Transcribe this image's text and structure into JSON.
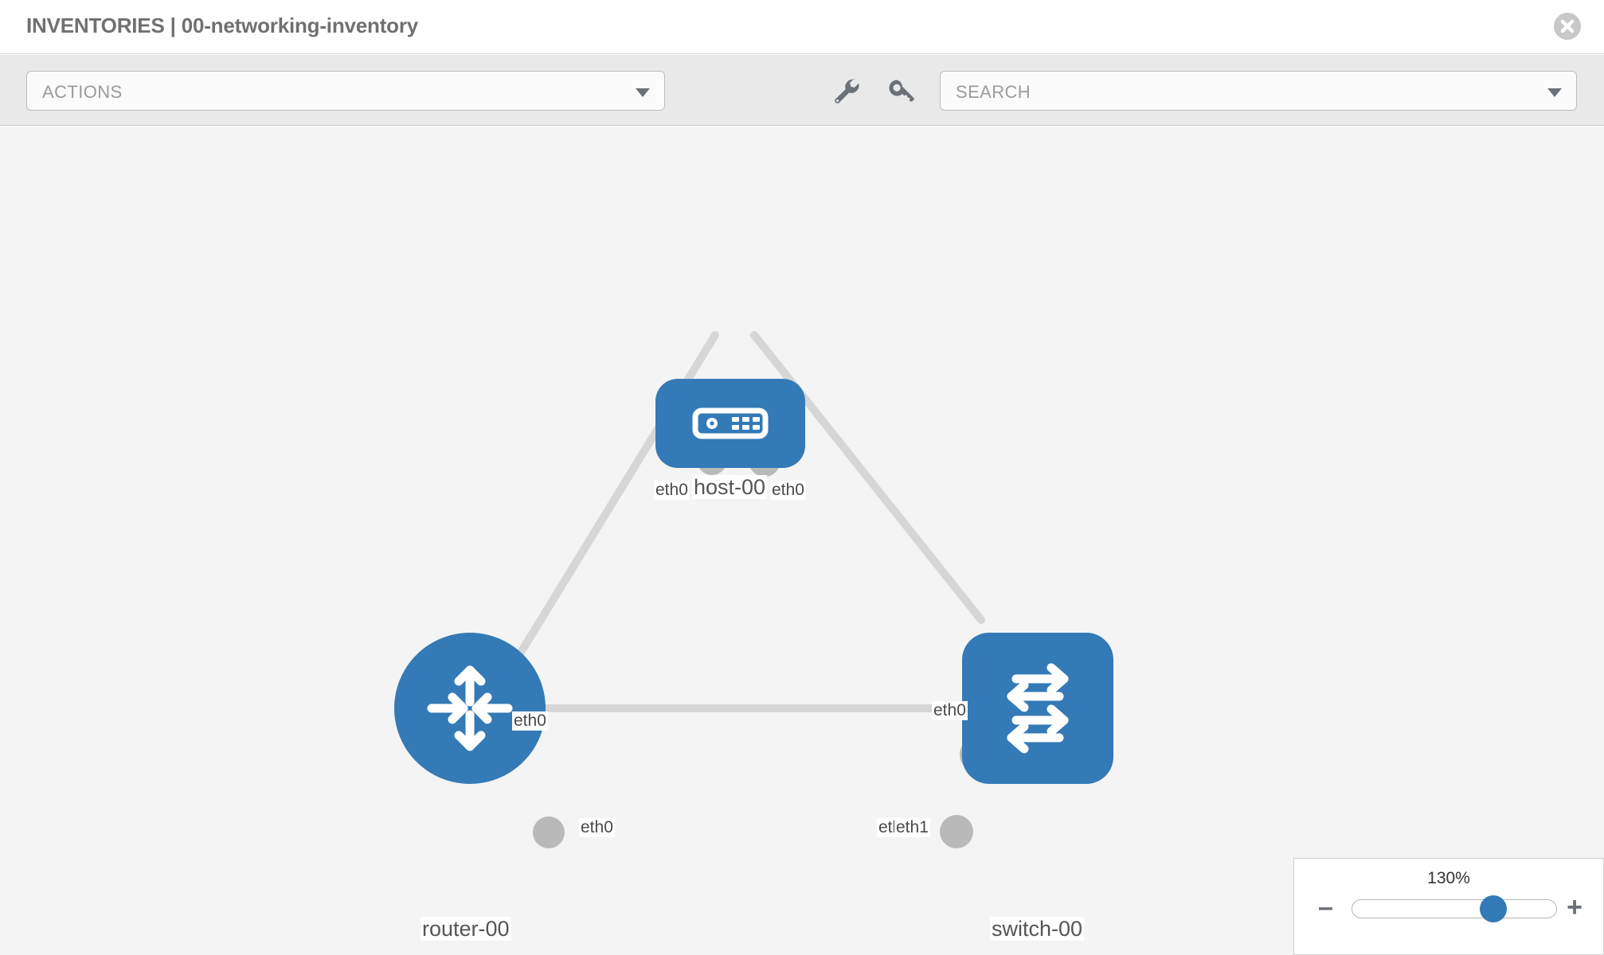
{
  "header": {
    "title": "INVENTORIES | 00-networking-inventory",
    "close_label": "×"
  },
  "toolbar": {
    "actions_label": "ACTIONS",
    "search_placeholder": "SEARCH",
    "wrench_title": "Settings",
    "key_title": "Credentials"
  },
  "colors": {
    "node_blue": "#337ab7",
    "knob_gray": "#b9b9b9",
    "edge_gray": "#d6d6d6",
    "canvas_bg": "#f4f4f4",
    "toolbar_bg": "#e9e9e9"
  },
  "topology": {
    "nodes": [
      {
        "id": "host-00",
        "label": "host-00",
        "type": "host",
        "icon": "server-icon"
      },
      {
        "id": "router-00",
        "label": "router-00",
        "type": "router",
        "icon": "router-arrows-icon"
      },
      {
        "id": "switch-00",
        "label": "switch-00",
        "type": "switch",
        "icon": "switch-arrows-icon"
      }
    ],
    "edge_labels": {
      "host_left": "eth0",
      "host_right": "eth0",
      "router_up": "eth0",
      "switch_up": "eth0",
      "router_right": "eth0",
      "switch_left_back": "eth0",
      "switch_left_front": "eth1"
    }
  },
  "zoom": {
    "value": "130%",
    "minus_label": "–",
    "plus_label": "+"
  }
}
